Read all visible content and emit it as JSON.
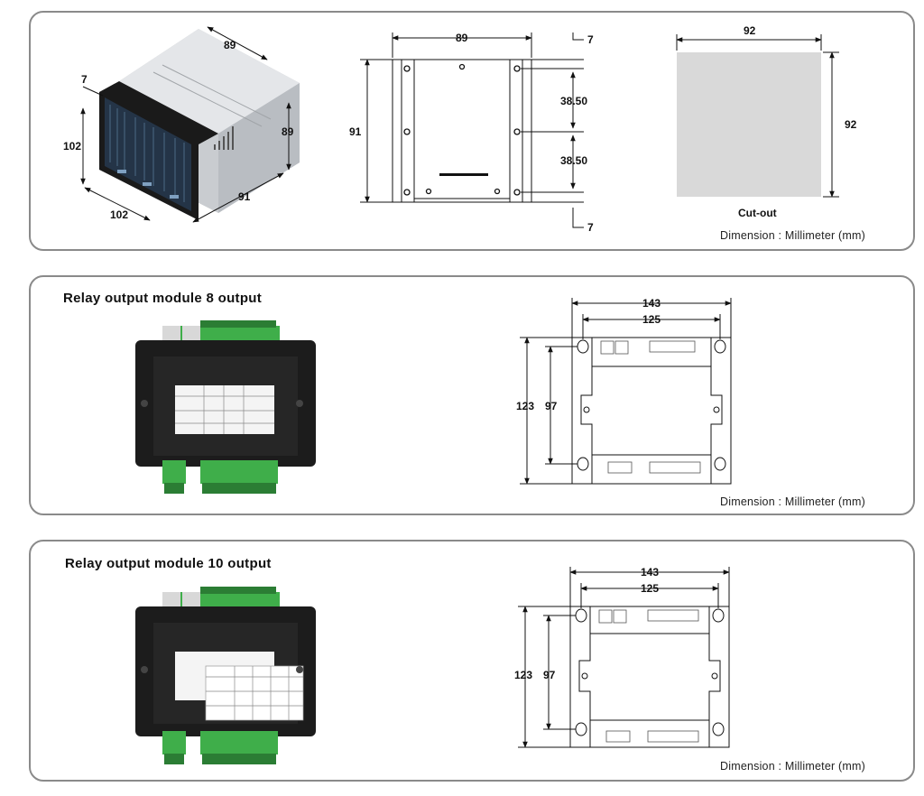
{
  "panel1": {
    "iso_dims": {
      "width_face": "102",
      "height_face": "102",
      "front_depth": "7",
      "top_width": "89",
      "side_height": "89",
      "depth": "91"
    },
    "front_dims": {
      "width": "89",
      "height": "91",
      "top_offset": "7",
      "upper_spacing": "38.50",
      "lower_spacing": "38.50",
      "bottom_offset": "7"
    },
    "cutout": {
      "width": "92",
      "height": "92",
      "label": "Cut-out"
    },
    "dimension_note": "Dimension : Millimeter (mm)"
  },
  "panel2": {
    "title": "Relay output module 8 output",
    "dims": {
      "outer_width": "143",
      "inner_width": "125",
      "outer_height": "123",
      "inner_height": "97"
    },
    "dimension_note": "Dimension : Millimeter (mm)"
  },
  "panel3": {
    "title": "Relay output module 10 output",
    "dims": {
      "outer_width": "143",
      "inner_width": "125",
      "outer_height": "123",
      "inner_height": "97"
    },
    "dimension_note": "Dimension : Millimeter (mm)"
  },
  "colors": {
    "terminal_green": "#3fae4a",
    "module_black": "#1c1c1c",
    "panel_border": "#8a8a8a"
  }
}
